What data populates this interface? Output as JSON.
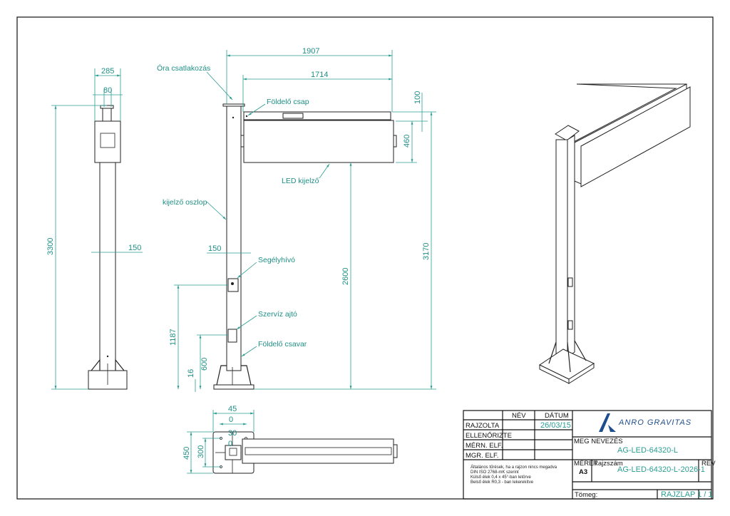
{
  "drawing": {
    "side_view": {
      "dim_width_total": "285",
      "dim_width_top": "80",
      "dim_height": "3300",
      "dim_pole": "150"
    },
    "front_view": {
      "dim_overall_width": "1907",
      "dim_display_width": "1714",
      "dim_top_bar": "100",
      "dim_display_height": "460",
      "dim_total_height": "3170",
      "dim_display_clearance": "2600",
      "dim_call_height": "1187",
      "dim_door_height": "600",
      "dim_base": "16",
      "dim_pole": "150",
      "labels": {
        "meter_connection": "Óra csatlakozás",
        "ground_pin": "Földelő csap",
        "led_display": "LED kijelző",
        "display_pole": "kijelző oszlop",
        "emergency_call": "Segélyhívó",
        "service_door": "Szervíz ajtó",
        "ground_screw": "Földelő csavar"
      }
    },
    "top_view": {
      "dim_a": "45",
      "dim_b": "0",
      "dim_c": "30",
      "dim_d": "0",
      "dim_plate": "450",
      "dim_holes": "300"
    }
  },
  "title_block": {
    "col_name": "NÉV",
    "col_date": "DÁTUM",
    "rows": [
      {
        "label": "RAJZOLTA",
        "date": "26/03/15"
      },
      {
        "label": "ELLENŐRIZTE",
        "date": ""
      },
      {
        "label": "MÉRN. ELF.",
        "date": ""
      },
      {
        "label": "MGR. ELF.",
        "date": ""
      }
    ],
    "notes": [
      "Általános tűrések, ha a rajzon nincs megadva",
      "DIN ISO 2768-mK szerint",
      "Külső élek 0,4 x 45°-ban letörve",
      "Belső élek R0,3 - ban lekerekítve"
    ],
    "company": "ANRO GRAVITAS",
    "brand_color": "#1f4e8c",
    "name_label": "MEG NEVEZÉS",
    "name_value": "AG-LED-64320-L",
    "size_label": "MÉRET",
    "size_value": "A3",
    "drawing_no_label": "Rajzszám",
    "drawing_no_value": "AG-LED-64320-L-2026-1",
    "rev_label": "REV",
    "mass_label": "Tömeg:",
    "sheet": "RAJZLAP 1 / 1"
  }
}
